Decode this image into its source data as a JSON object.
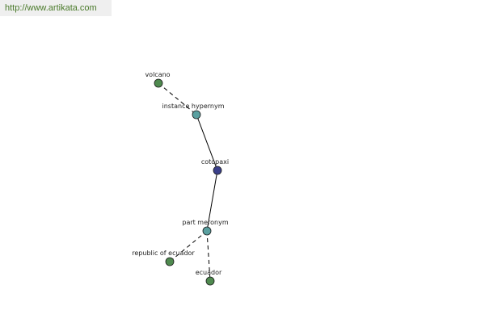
{
  "watermark": {
    "text": "http://www.artikata.com"
  },
  "colors": {
    "leaf": "#4f8a4f",
    "relation": "#5aa0a0",
    "center": "#3a3f8a",
    "edge": "#000000",
    "watermark_text": "#4a7a2a",
    "watermark_bg": "#efefef"
  },
  "graph": {
    "nodes": [
      {
        "id": "volcano",
        "label": "volcano",
        "kind": "leaf"
      },
      {
        "id": "instance-hypernym",
        "label": "instance hypernym",
        "kind": "relation"
      },
      {
        "id": "cotopaxi",
        "label": "cotopaxi",
        "kind": "center"
      },
      {
        "id": "part-meronym",
        "label": "part meronym",
        "kind": "relation"
      },
      {
        "id": "republic-of-ecuador",
        "label": "republic of ecuador",
        "kind": "leaf"
      },
      {
        "id": "ecuador",
        "label": "ecuador",
        "kind": "leaf"
      }
    ],
    "edges": [
      {
        "from": "volcano",
        "to": "instance-hypernym",
        "style": "dashed"
      },
      {
        "from": "instance-hypernym",
        "to": "cotopaxi",
        "style": "solid"
      },
      {
        "from": "cotopaxi",
        "to": "part-meronym",
        "style": "solid"
      },
      {
        "from": "part-meronym",
        "to": "republic-of-ecuador",
        "style": "dashed"
      },
      {
        "from": "part-meronym",
        "to": "ecuador",
        "style": "dashed"
      }
    ]
  }
}
